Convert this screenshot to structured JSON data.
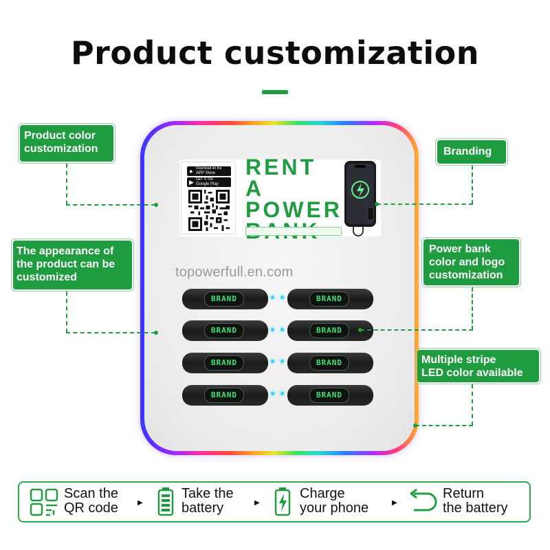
{
  "title": "Product customization",
  "banner": {
    "rent_line1": "RENT A",
    "rent_line2": "POWER",
    "rent_line3": "BANK",
    "app_store_top": "Download on the",
    "app_store": "APP Store",
    "google_top": "GET IT ON",
    "google": "Google Play"
  },
  "watermark": "topowerfull.en.com",
  "slot_label": "BRAND",
  "callouts": {
    "product_color": [
      "Product color",
      "customization"
    ],
    "appearance": [
      "The appearance of",
      "the product can be",
      "customized"
    ],
    "branding": "Branding",
    "power_bank": [
      "Power bank",
      "color and logo",
      "customization"
    ],
    "stripe": [
      "Multiple stripe",
      "LED color available"
    ]
  },
  "steps": [
    {
      "line1": "Scan the",
      "line2": "QR code",
      "icon": "qr-scan-icon"
    },
    {
      "line1": "Take the",
      "line2": "battery",
      "icon": "battery-icon"
    },
    {
      "line1": "Charge",
      "line2": "your phone",
      "icon": "charging-battery-icon"
    },
    {
      "line1": "Return",
      "line2": "the battery",
      "icon": "return-arrow-icon"
    }
  ],
  "colors": {
    "accent": "#1f9c3f",
    "led": "#2fd6ff",
    "brand_text": "#3fe07a"
  }
}
